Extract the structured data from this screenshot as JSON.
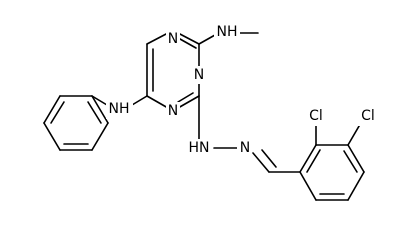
{
  "molecule": {
    "atom_labels": {
      "n_triazine_top": "N",
      "n_triazine_right": "N",
      "n_triazine_bottom": "N",
      "nh_methylamino": "NH",
      "nh_anilino": "NH",
      "hn_hydrazone": "HN",
      "n_imine": "N",
      "cl_ortho": "Cl",
      "cl_meta": "Cl"
    },
    "colors": {
      "bond": "#000000",
      "label": "#000000",
      "background": "#ffffff"
    }
  }
}
